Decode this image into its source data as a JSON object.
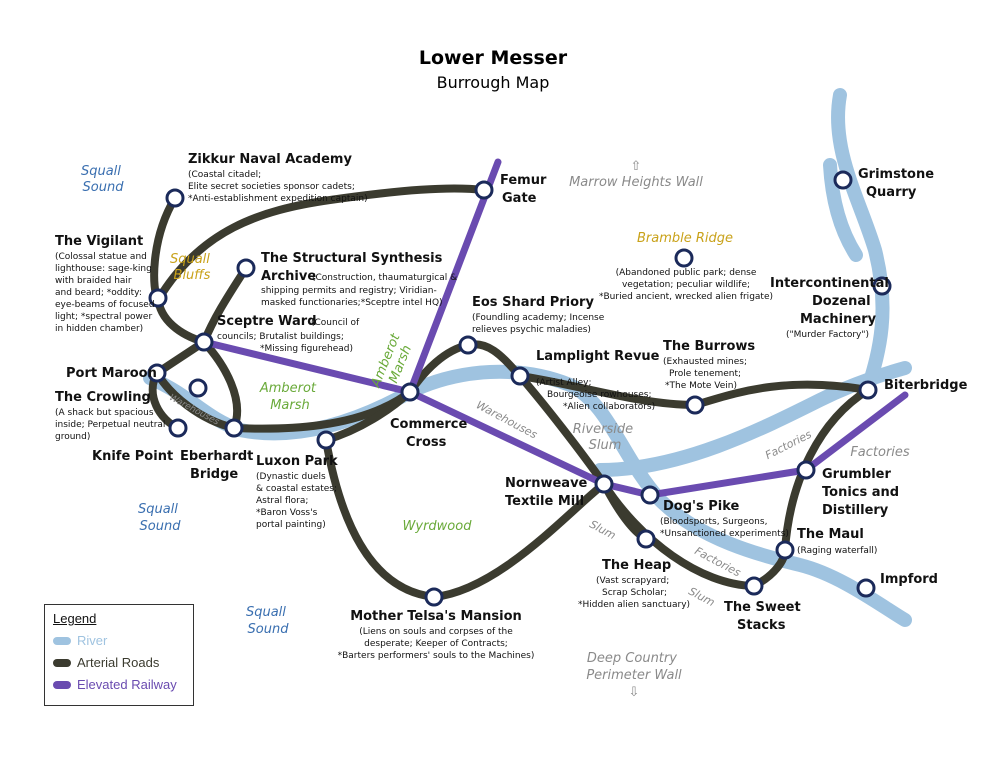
{
  "title": "Lower Messer",
  "subtitle": "Burrough Map",
  "colors": {
    "river": "#9fc3e0",
    "road": "#3b3b2f",
    "railway": "#6a4bb0",
    "station_fill": "#ffffff",
    "station_stroke": "#1b2a5a"
  },
  "regions": {
    "squall_sound_1": "Squall Sound",
    "squall_sound_2": "Squall Sound",
    "squall_sound_3": "Squall Sound",
    "squall_bluffs": "Squall Bluffs",
    "amberot_marsh_1": "Amberot Marsh",
    "amberot_marsh_2": "Amberot Marsh",
    "marrow_heights_wall": "Marrow Heights Wall",
    "bramble_ridge": "Bramble Ridge",
    "wyrdwood": "Wyrdwood",
    "riverside_slum": "Riverside Slum",
    "deep_country_wall": "Deep Country Perimeter Wall",
    "factories_1": "Factories",
    "factories_2": "Factories"
  },
  "route_labels": {
    "warehouses_1": "Warehouses",
    "warehouses_2": "Warehouses",
    "factories_3": "Factories",
    "slum_1": "Slum",
    "slum_2": "Slum"
  },
  "arrows": {
    "north": "⇧",
    "south": "⇩"
  },
  "stations": {
    "zikkur": {
      "name": "Zikkur Naval Academy",
      "desc": [
        "(Coastal citadel;",
        "Elite secret societies sponsor cadets;",
        "*Anti-establishment expedition captain)"
      ]
    },
    "vigilant": {
      "name": "The Vigilant",
      "desc": [
        "(Colossal statue and",
        "lighthouse: sage-king",
        "with braided hair",
        "and beard; *oddity:",
        "eye-beams of focused",
        "light; *spectral power",
        "in hidden chamber)"
      ]
    },
    "synthesis": {
      "name": "The Structural Synthesis",
      "name2": "Archive",
      "desc_inline": "(Construction, thaumaturgical &",
      "desc": [
        "shipping permits and registry; Viridian-",
        "masked functionaries;*Sceptre intel HQ)"
      ]
    },
    "femur": {
      "name": "Femur",
      "name2": "Gate"
    },
    "sceptre": {
      "name": "Sceptre Ward",
      "desc_inline": "(Council of",
      "desc": [
        "councils; Brutalist buildings;",
        "*Missing figurehead)"
      ]
    },
    "port_maroon": {
      "name": "Port Maroon"
    },
    "crowling": {
      "name": "The Crowling",
      "desc": [
        "(A shack but spacious",
        "inside; Perpetual neutral",
        "ground)"
      ]
    },
    "knife_point": {
      "name": "Knife Point"
    },
    "eberhardt": {
      "name": "Eberhardt",
      "name2": "Bridge"
    },
    "luxon": {
      "name": "Luxon Park",
      "desc": [
        "(Dynastic duels",
        "& coastal estates;",
        "Astral flora;",
        "*Baron Voss's",
        "portal painting)"
      ]
    },
    "commerce": {
      "name": "Commerce",
      "name2": "Cross"
    },
    "eos": {
      "name": "Eos Shard Priory",
      "desc": [
        "(Foundling academy; Incense",
        "relieves psychic maladies)"
      ]
    },
    "lamplight": {
      "name": "Lamplight Revue",
      "desc": [
        "(Artist Alley;",
        "Bourgeoise rowhouses;",
        "*Alien collaborators)"
      ]
    },
    "burrows": {
      "name": "The Burrows",
      "desc": [
        "(Exhausted mines;",
        "Prole tenement;",
        "*The Mote Vein)"
      ]
    },
    "bramble": {
      "desc": [
        "(Abandoned public park; dense",
        "vegetation; peculiar wildlife;",
        "*Buried ancient, wrecked alien frigate)"
      ]
    },
    "grimstone": {
      "name": "Grimstone",
      "name2": "Quarry"
    },
    "intercontinental": {
      "name": "Intercontinental",
      "name2": "Dozenal",
      "name3": "Machinery",
      "desc": [
        "(\"Murder Factory\")"
      ]
    },
    "biterbridge": {
      "name": "Biterbridge"
    },
    "grumbler": {
      "name": "Grumbler",
      "name2": "Tonics and",
      "name3": "Distillery"
    },
    "nornweave": {
      "name": "Nornweave",
      "name2": "Textile Mill"
    },
    "dogs_pike": {
      "name": "Dog's Pike",
      "desc": [
        "(Bloodsports, Surgeons,",
        "*Unsanctioned experiments)"
      ]
    },
    "maul": {
      "name": "The Maul",
      "desc_inline": "(Raging waterfall)"
    },
    "impford": {
      "name": "Impford"
    },
    "heap": {
      "name": "The Heap",
      "desc": [
        "(Vast scrapyard;",
        "Scrap Scholar;",
        "*Hidden alien sanctuary)"
      ]
    },
    "sweet_stacks": {
      "name": "The Sweet",
      "name2": "Stacks"
    },
    "telsa": {
      "name": "Mother Telsa's Mansion",
      "desc": [
        "(Liens on souls and corpses of the",
        "desperate; Keeper of Contracts;",
        "*Barters performers' souls to the Machines)"
      ]
    }
  },
  "legend": {
    "title": "Legend",
    "river": "River",
    "roads": "Arterial Roads",
    "railway": "Elevated Railway"
  }
}
